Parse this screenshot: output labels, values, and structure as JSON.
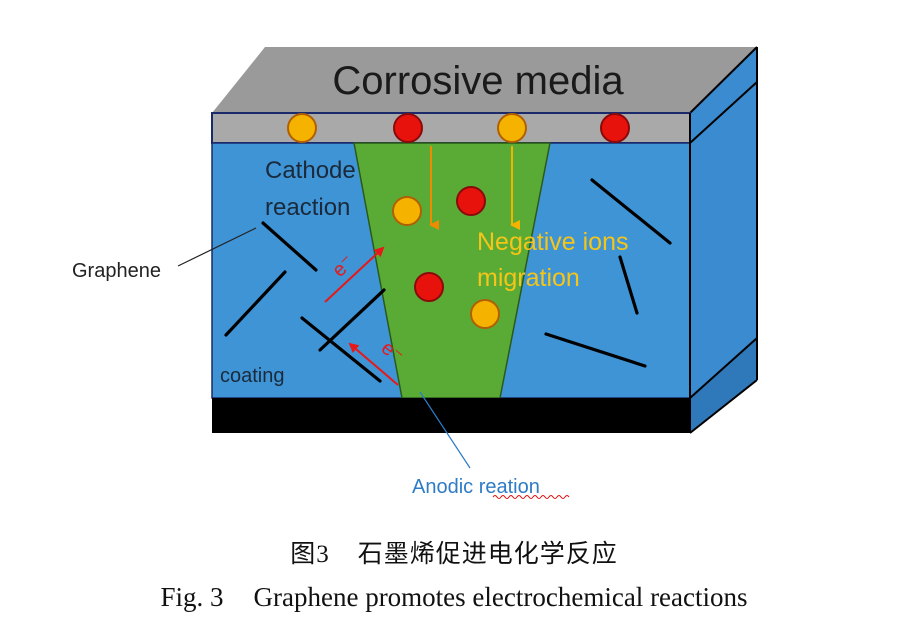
{
  "labels": {
    "corrosive_media": "Corrosive media",
    "cathode_line1": "Cathode",
    "cathode_line2": "reaction",
    "negative_line1": "Negative ions",
    "negative_line2": "migration",
    "graphene": "Graphene",
    "coating": "coating",
    "anodic": "Anodic reation",
    "electron": "e⁻"
  },
  "colors": {
    "media_top": "#9a9a9a",
    "media_layer": "#a9a9a9",
    "coating_blue": "#3f94d6",
    "coating_side": "#3a8bcf",
    "anodic_green": "#5aab35",
    "ion_orange": "#f5b300",
    "ion_red": "#e8120c",
    "substrate": "#000000",
    "cathode_text": "#1a2a3a",
    "negative_text": "#f5c518",
    "anodic_text": "#2e7bc6",
    "electron_arrow": "#e81818"
  },
  "caption": {
    "cn_num": "图3",
    "cn_text": "石墨烯促进电化学反应",
    "en_num": "Fig. 3",
    "en_text": "Graphene promotes electrochemical reactions"
  }
}
